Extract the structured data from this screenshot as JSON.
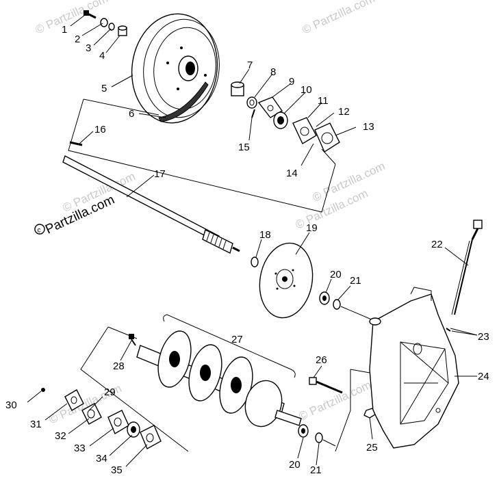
{
  "diagram": {
    "callouts": {
      "c1": "1",
      "c2": "2",
      "c3": "3",
      "c4": "4",
      "c5": "5",
      "c6": "6",
      "c7": "7",
      "c8": "8",
      "c9": "9",
      "c10": "10",
      "c11": "11",
      "c12": "12",
      "c13": "13",
      "c14": "14",
      "c15": "15",
      "c16": "16",
      "c17": "17",
      "c18": "18",
      "c19": "19",
      "c20a": "20",
      "c21a": "21",
      "c22": "22",
      "c23": "23",
      "c24": "24",
      "c25": "25",
      "c26": "26",
      "c27": "27",
      "c28": "28",
      "c29": "29",
      "c30": "30",
      "c31": "31",
      "c32": "32",
      "c33": "33",
      "c34": "34",
      "c35": "35",
      "c20b": "20",
      "c21b": "21"
    },
    "watermark": "© Partzilla.com",
    "line_color": "#000000",
    "watermark_color": "#c9c9c9"
  }
}
